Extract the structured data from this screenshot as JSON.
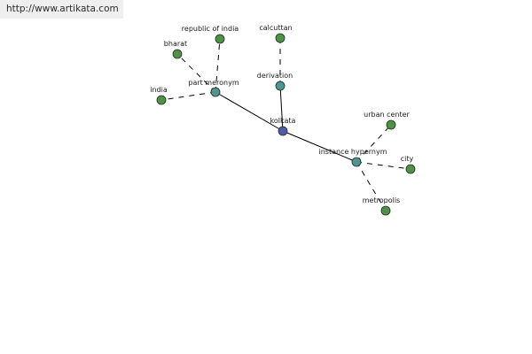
{
  "site": {
    "url_text": "http://www.artikata.com"
  },
  "colors": {
    "center_node": "#4f5aa8",
    "relation_node": "#4f9490",
    "leaf_node": "#4e9147",
    "node_stroke": "#1f2f1f",
    "edge": "#000000",
    "badge_bg": "#efefef"
  },
  "graph": {
    "center": {
      "id": "kolkata",
      "label": "kolkata"
    },
    "relations": [
      {
        "id": "part-meronym",
        "label": "part meronym",
        "leaves": [
          {
            "id": "republic-of-india",
            "label": "republic of india"
          },
          {
            "id": "bharat",
            "label": "bharat"
          },
          {
            "id": "india",
            "label": "india"
          }
        ]
      },
      {
        "id": "derivation",
        "label": "derivation",
        "leaves": [
          {
            "id": "calcuttan",
            "label": "calcuttan"
          }
        ]
      },
      {
        "id": "instance-hypernym",
        "label": "instance hypernym",
        "leaves": [
          {
            "id": "urban-center",
            "label": "urban center"
          },
          {
            "id": "city",
            "label": "city"
          },
          {
            "id": "metropolis",
            "label": "metropolis"
          }
        ]
      }
    ]
  }
}
